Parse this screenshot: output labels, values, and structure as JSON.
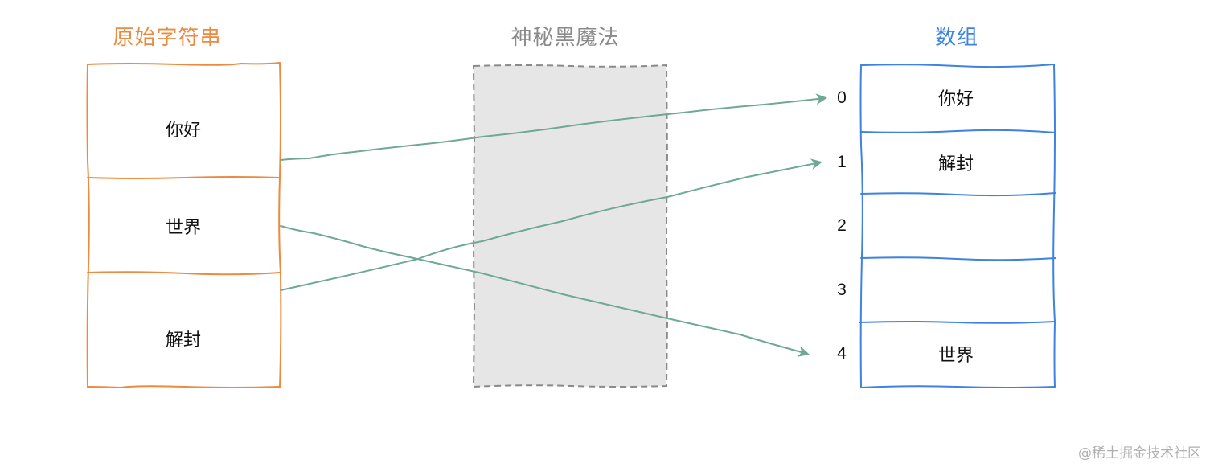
{
  "colors": {
    "source": "#ed8a3f",
    "magic_border": "#8a8a8a",
    "magic_fill": "#e6e6e6",
    "magic_title": "#8a8a8a",
    "array": "#3d83df",
    "arrows": "#6fa896",
    "text": "#111111",
    "watermark": "#b0b0b0"
  },
  "source": {
    "title": "原始字符串",
    "cells": [
      "你好",
      "世界",
      "解封"
    ]
  },
  "magic": {
    "title": "神秘黑魔法"
  },
  "array": {
    "title": "数组",
    "indices": [
      "0",
      "1",
      "2",
      "3",
      "4"
    ],
    "cells": [
      "你好",
      "解封",
      "",
      "",
      "世界"
    ]
  },
  "mappings": [
    {
      "from": "你好",
      "to_index": "0"
    },
    {
      "from": "世界",
      "to_index": "4"
    },
    {
      "from": "解封",
      "to_index": "1"
    }
  ],
  "watermark": "@稀土掘金技术社区"
}
